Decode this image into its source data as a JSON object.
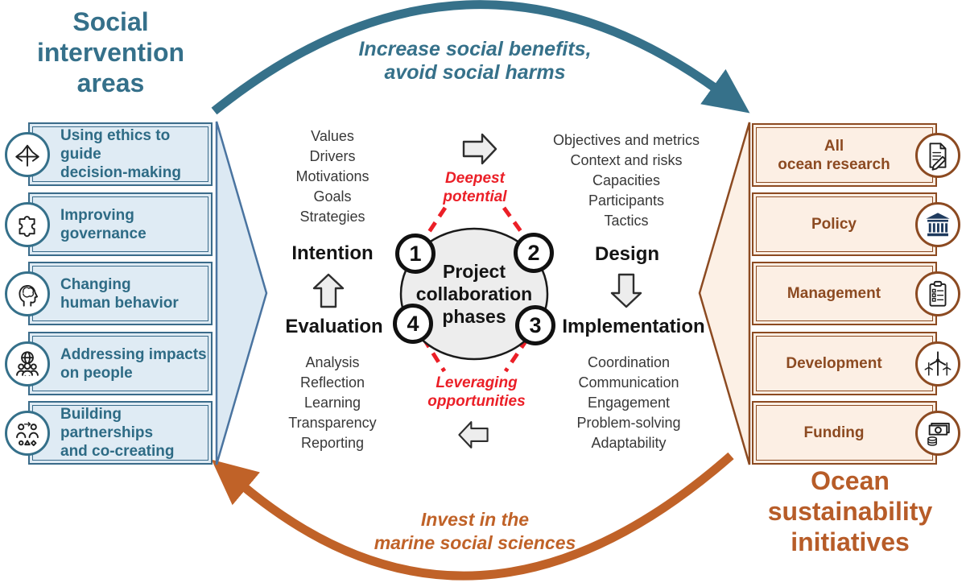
{
  "colors": {
    "teal": "#36718A",
    "teal_text": "#2E6B85",
    "brown": "#C06228",
    "brown_dark": "#8C4A21",
    "red": "#EB1F27",
    "left_box_fill": "#DFEBF4",
    "right_box_fill": "#FCEFE4"
  },
  "left_panel": {
    "title": "Social intervention areas",
    "items": [
      {
        "label": "Using ethics to guide\ndecision-making",
        "icon": "crossroads-arrows-icon"
      },
      {
        "label": "Improving\ngovernance",
        "icon": "puzzle-hands-icon"
      },
      {
        "label": "Changing\nhuman behavior",
        "icon": "head-brain-icon"
      },
      {
        "label": "Addressing impacts\non people",
        "icon": "globe-people-icon"
      },
      {
        "label": "Building partnerships\nand co-creating",
        "icon": "partnership-icon"
      }
    ]
  },
  "right_panel": {
    "title": "Ocean sustainability initiatives",
    "items": [
      {
        "label": "All\nocean research",
        "icon": "document-pen-icon"
      },
      {
        "label": "Policy",
        "icon": "government-building-icon"
      },
      {
        "label": "Management",
        "icon": "clipboard-checklist-icon"
      },
      {
        "label": "Development",
        "icon": "wind-turbine-icon"
      },
      {
        "label": "Funding",
        "icon": "money-coins-icon"
      }
    ]
  },
  "flows": {
    "top_label": "Increase social benefits,\navoid social harms",
    "bottom_label": "Invest in the\nmarine social sciences"
  },
  "phases": {
    "center_label": "Project\ncollaboration\nphases",
    "deepest_label": "Deepest\npotential",
    "leveraging_label": "Leveraging\nopportunities",
    "numbers": {
      "one": "1",
      "two": "2",
      "three": "3",
      "four": "4"
    },
    "intention": {
      "label": "Intention",
      "items": [
        "Values",
        "Drivers",
        "Motivations",
        "Goals",
        "Strategies"
      ]
    },
    "design": {
      "label": "Design",
      "items": [
        "Objectives and metrics",
        "Context and risks",
        "Capacities",
        "Participants",
        "Tactics"
      ]
    },
    "implementation": {
      "label": "Implementation",
      "items": [
        "Coordination",
        "Communication",
        "Engagement",
        "Problem-solving",
        "Adaptability"
      ]
    },
    "evaluation": {
      "label": "Evaluation",
      "items": [
        "Analysis",
        "Reflection",
        "Learning",
        "Transparency",
        "Reporting"
      ]
    }
  }
}
